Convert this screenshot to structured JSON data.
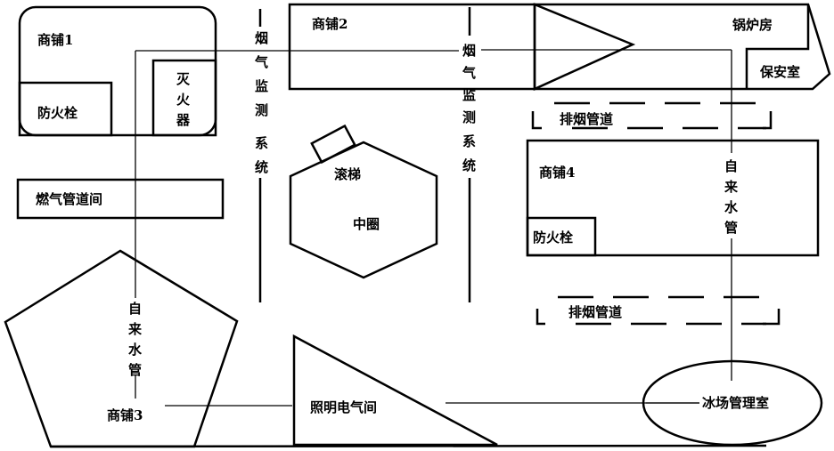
{
  "labels": {
    "shop1": "商铺1",
    "shop2": "商铺2",
    "shop3": "商铺3",
    "shop4": "商铺4",
    "hydrant1": "防火栓",
    "hydrant4": "防火栓",
    "extinguisher": [
      "灭",
      "火",
      "器"
    ],
    "gas_room": "燃气管道间",
    "smoke_monitor_1": [
      "烟",
      "气",
      "监",
      "测",
      "系",
      "统"
    ],
    "smoke_monitor_2": [
      "烟",
      "气",
      "监",
      "测",
      "系",
      "统"
    ],
    "escalator": "滚梯",
    "center_ring": "中圈",
    "boiler_room": "锅炉房",
    "security_room": "保安室",
    "exhaust_duct_1": "排烟管道",
    "exhaust_duct_2": "排烟管道",
    "water_pipe_1": [
      "自",
      "来",
      "水",
      "管"
    ],
    "water_pipe_2": [
      "自",
      "来",
      "水",
      "管"
    ],
    "lighting_room": "照明电气间",
    "rink_office": "冰场管理室"
  }
}
